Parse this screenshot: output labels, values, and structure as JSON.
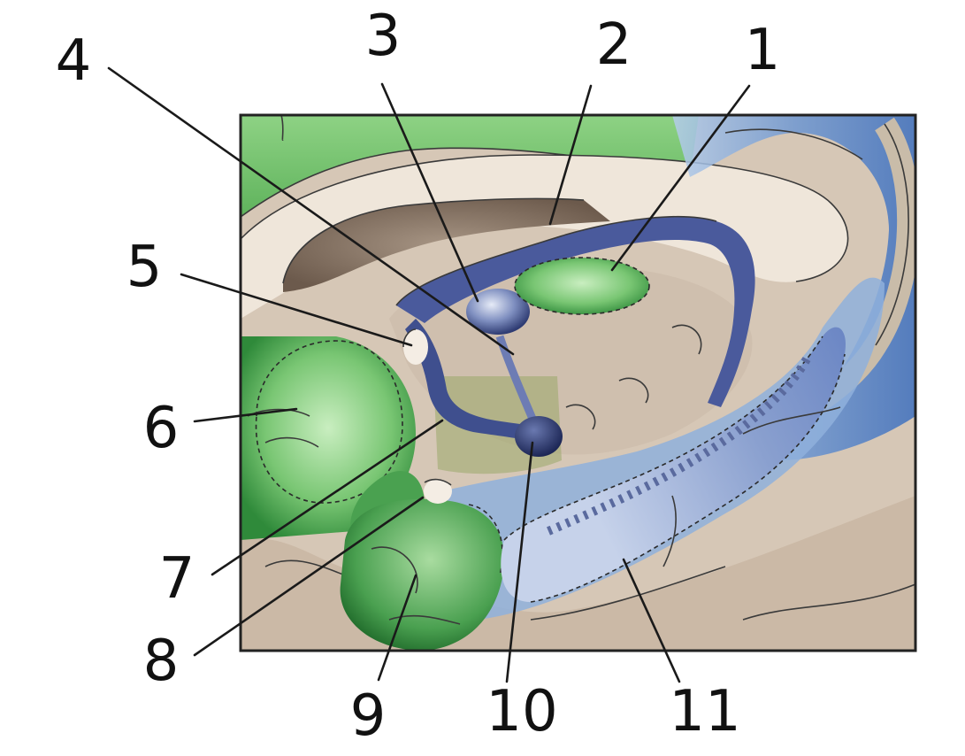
{
  "labels": [
    {
      "id": "1",
      "text": "1"
    },
    {
      "id": "2",
      "text": "2"
    },
    {
      "id": "3",
      "text": "3"
    },
    {
      "id": "4",
      "text": "4"
    },
    {
      "id": "5",
      "text": "5"
    },
    {
      "id": "6",
      "text": "6"
    },
    {
      "id": "7",
      "text": "7"
    },
    {
      "id": "8",
      "text": "8"
    },
    {
      "id": "9",
      "text": "9"
    },
    {
      "id": "10",
      "text": "10"
    },
    {
      "id": "11",
      "text": "11"
    }
  ],
  "colors": {
    "tissue": "#d8cbbb",
    "dark_tissue": "#8c7a6a",
    "green": "#6dbf6a",
    "light_green": "#b5e3ad",
    "fornix_blue": "#4a5a9c",
    "light_blue": "#8fb0dc",
    "outline": "#3a3a3a"
  }
}
